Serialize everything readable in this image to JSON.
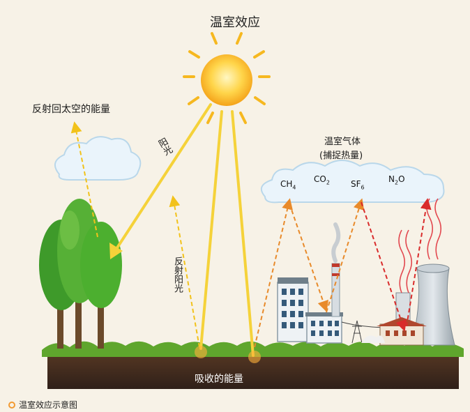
{
  "title": "温室效应",
  "labels": {
    "reflected_to_space": "反射回太空的能量",
    "sunlight": "阳光",
    "reflected_sunlight": "反射阳光",
    "ghg_line1": "温室气体",
    "ghg_line2": "(捕捉热量)",
    "absorbed_energy": "吸收的能量"
  },
  "gases": [
    {
      "base": "CH",
      "sub": "4"
    },
    {
      "base": "CO",
      "sub": "2"
    },
    {
      "base": "SF",
      "sub": "6"
    },
    {
      "base": "N",
      "sub": "2",
      "tail": "O"
    }
  ],
  "caption": "温室效应示意图",
  "colors": {
    "sun": "#ffd54a",
    "sun_ray": "#f6b820",
    "sunlight_beam": "#f5d23a",
    "reflect_arrow": "#f2c21a",
    "trapped_arrow": "#e88a2a",
    "heat_arrow": "#d92b2b",
    "ground_soil": "#3f2a1f",
    "grass": "#5fa62d",
    "tree_green": "#4caf2f",
    "cloud": "#eaf4fb",
    "caption_ring": "#f29a32"
  }
}
